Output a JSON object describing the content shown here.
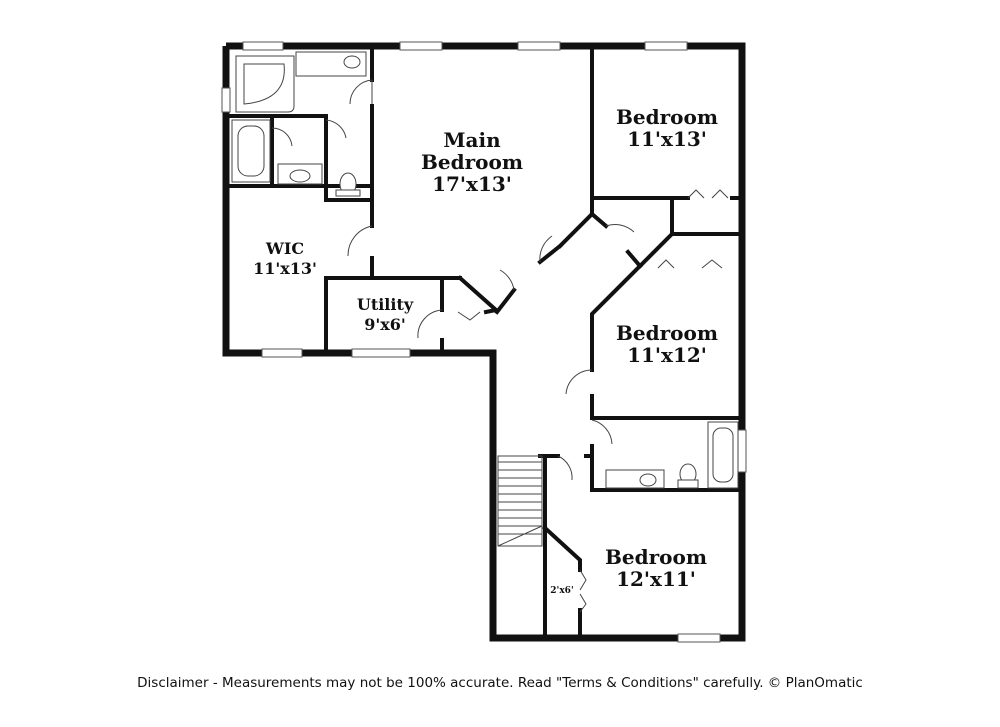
{
  "rooms": {
    "main_bedroom": {
      "name1": "Main",
      "name2": "Bedroom",
      "size": "17'x13'"
    },
    "bedroom_ne": {
      "name": "Bedroom",
      "size": "11'x13'"
    },
    "bedroom_e": {
      "name": "Bedroom",
      "size": "11'x12'"
    },
    "bedroom_se": {
      "name": "Bedroom",
      "size": "12'x11'"
    },
    "wic": {
      "name": "WIC",
      "size": "11'x13'"
    },
    "utility": {
      "name": "Utility",
      "size": "9'x6'"
    },
    "closet": {
      "size": "2'x6'"
    }
  },
  "disclaimer": "Disclaimer - Measurements may not be 100% accurate. Read \"Terms & Conditions\" carefully. © PlanOmatic"
}
